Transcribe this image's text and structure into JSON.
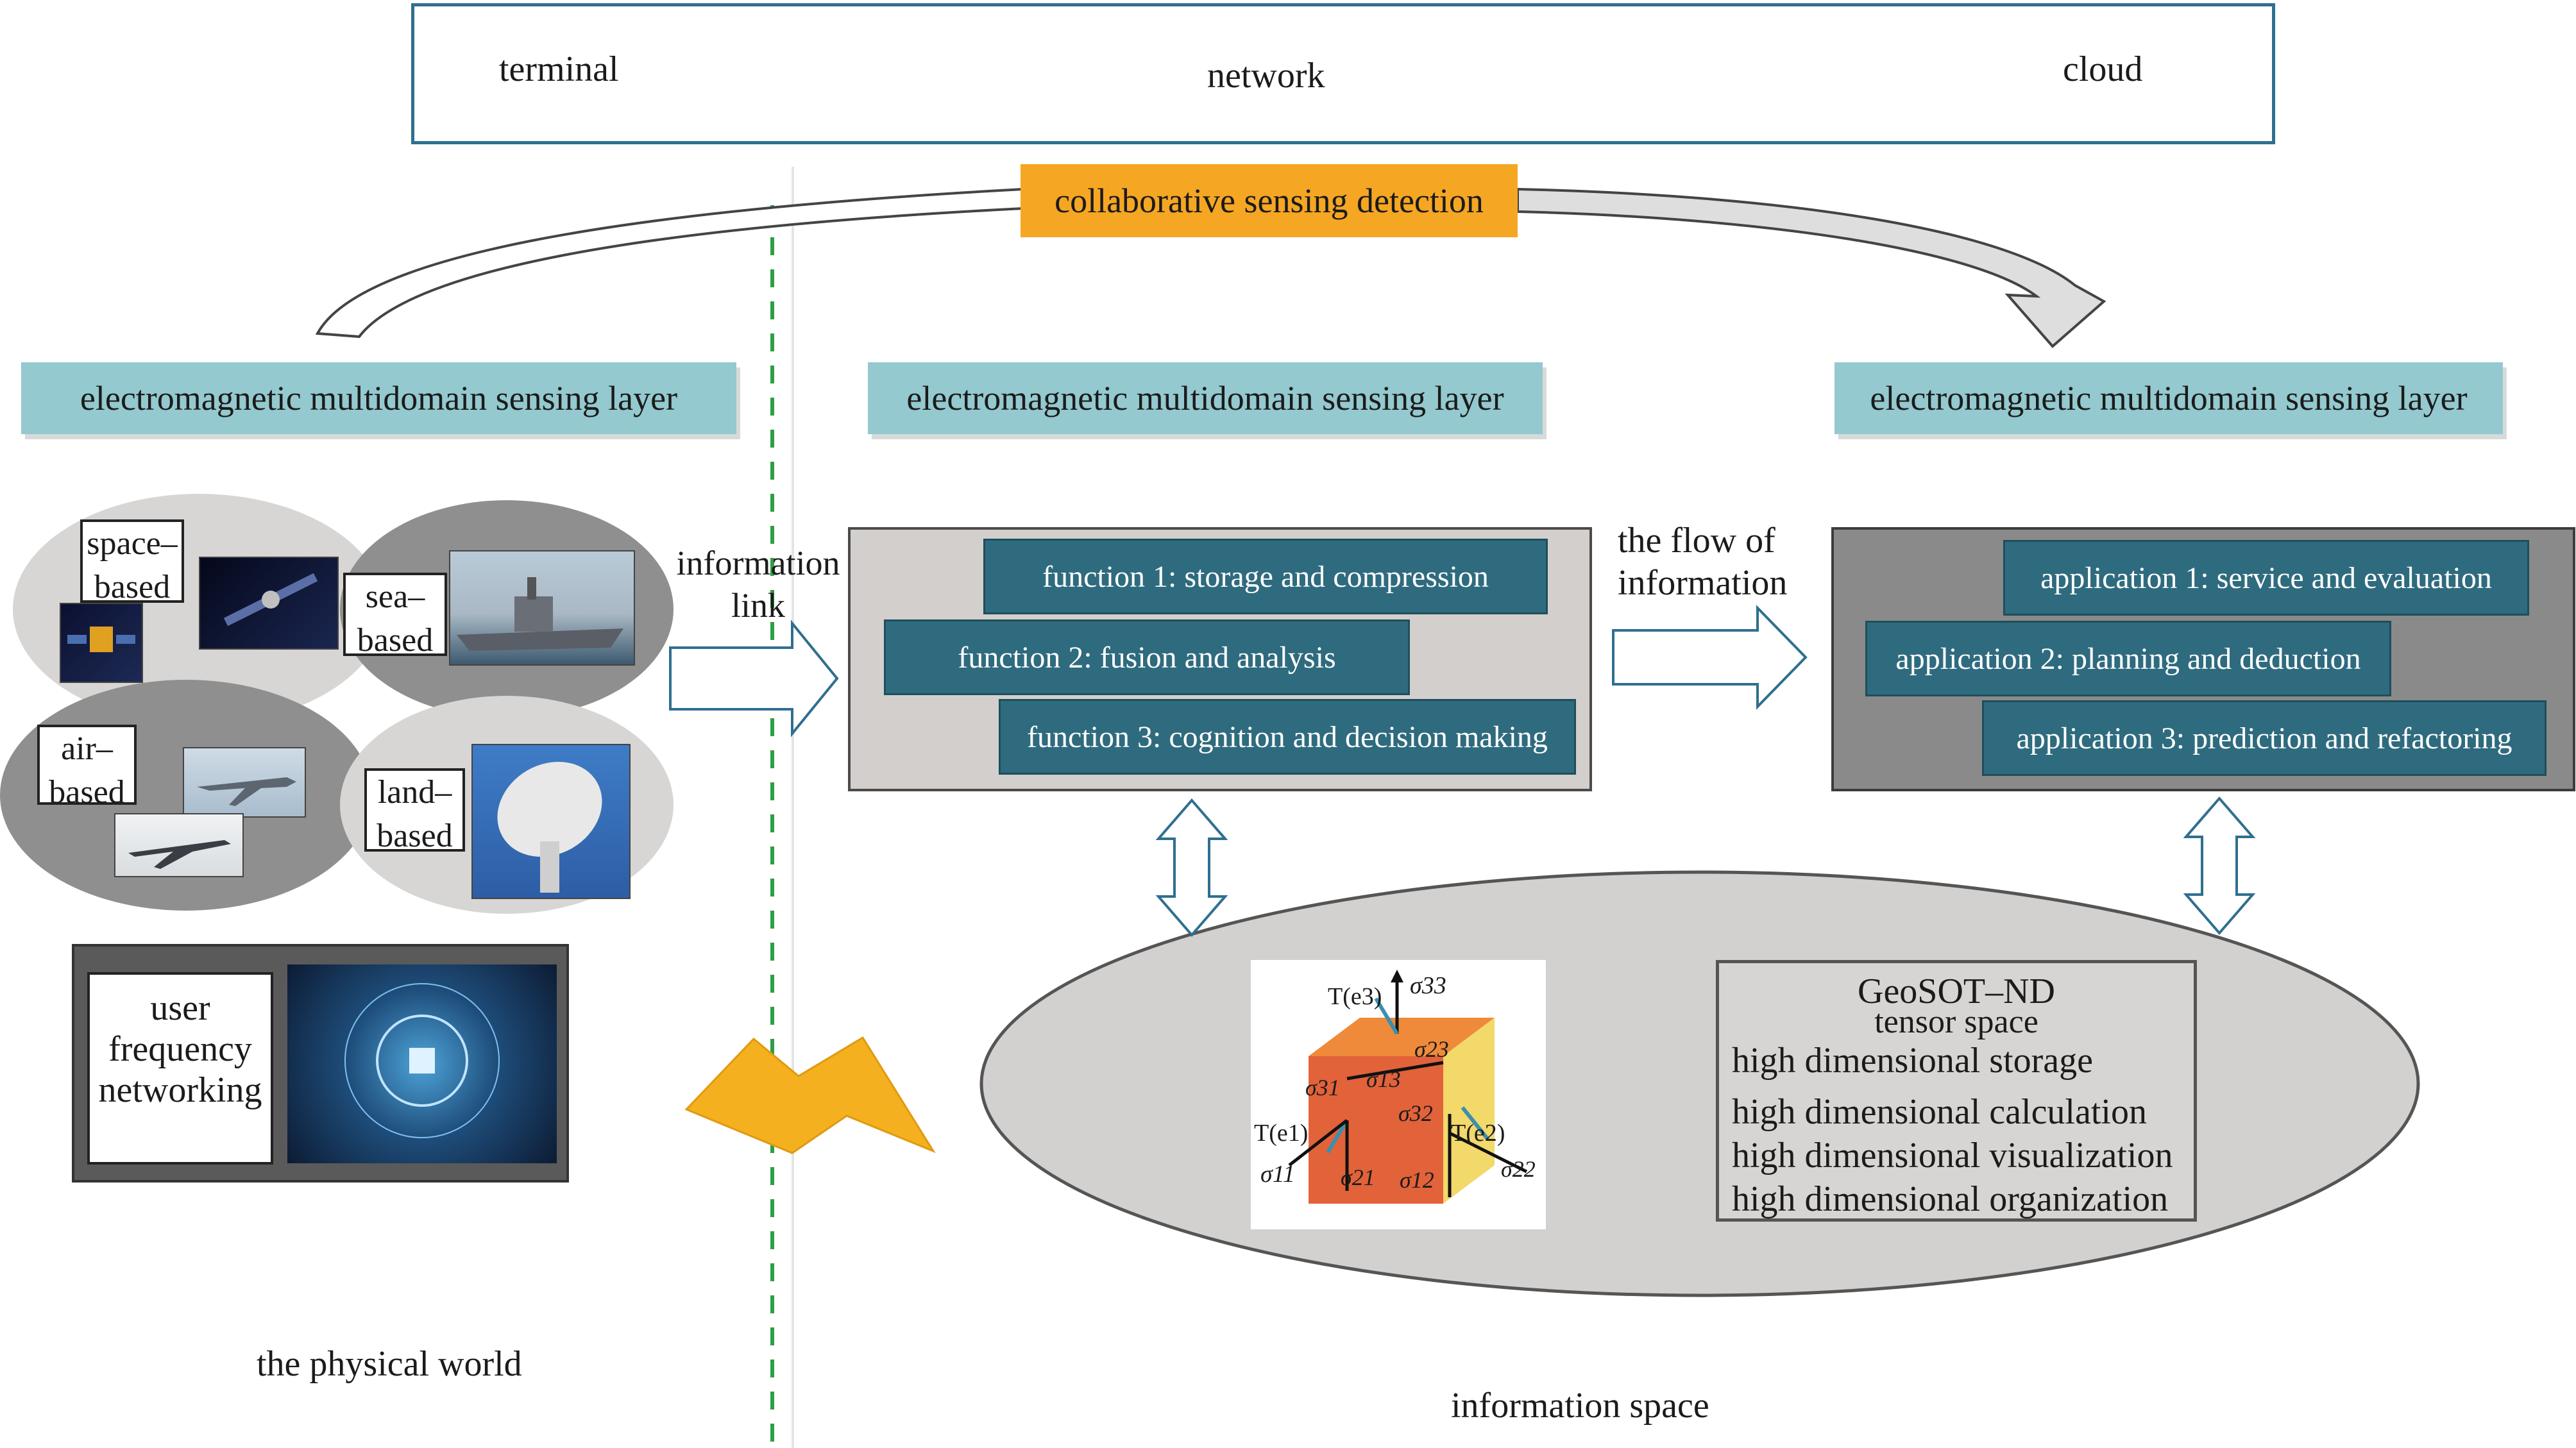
{
  "top_bar": {
    "terminal": "terminal",
    "network": "network",
    "cloud": "cloud"
  },
  "collab": "collaborative sensing detection",
  "layers": [
    "electromagnetic multidomain sensing layer",
    "electromagnetic multidomain sensing layer",
    "electromagnetic multidomain sensing layer"
  ],
  "physical": {
    "space": "space– based",
    "sea": "sea– based",
    "air": "air– based",
    "land": "land– based",
    "user": [
      "user",
      "frequency",
      "networking"
    ],
    "caption": "the physical world"
  },
  "info_link": [
    "information",
    "link"
  ],
  "functions": [
    "function 1: storage and compression",
    "function 2: fusion and analysis",
    "function 3: cognition and decision making"
  ],
  "flow": [
    "the flow of",
    "information"
  ],
  "applications": [
    "application 1: service and evaluation",
    "application 2: planning and deduction",
    "application 3: prediction and refactoring"
  ],
  "geosot": {
    "title": "GeoSOT–ND",
    "subtitle": "tensor space",
    "items": [
      "high dimensional storage",
      "high dimensional calculation",
      "high dimensional visualization",
      "high dimensional organization"
    ]
  },
  "tensor": {
    "T3": "T(e3)",
    "T1": "T(e1)",
    "T2": "T(e2)",
    "s33": "σ33",
    "s23": "σ23",
    "s13": "σ13",
    "s31": "σ31",
    "s32": "σ32",
    "s11": "σ11",
    "s21": "σ21",
    "s12": "σ12",
    "s22": "σ22"
  },
  "info_space_caption": "information space",
  "colors": {
    "teal_bar": "#2f6b7e",
    "layer_bar": "#93c9cf",
    "collab": "#f5a623",
    "dash_line": "#2e9e48"
  }
}
